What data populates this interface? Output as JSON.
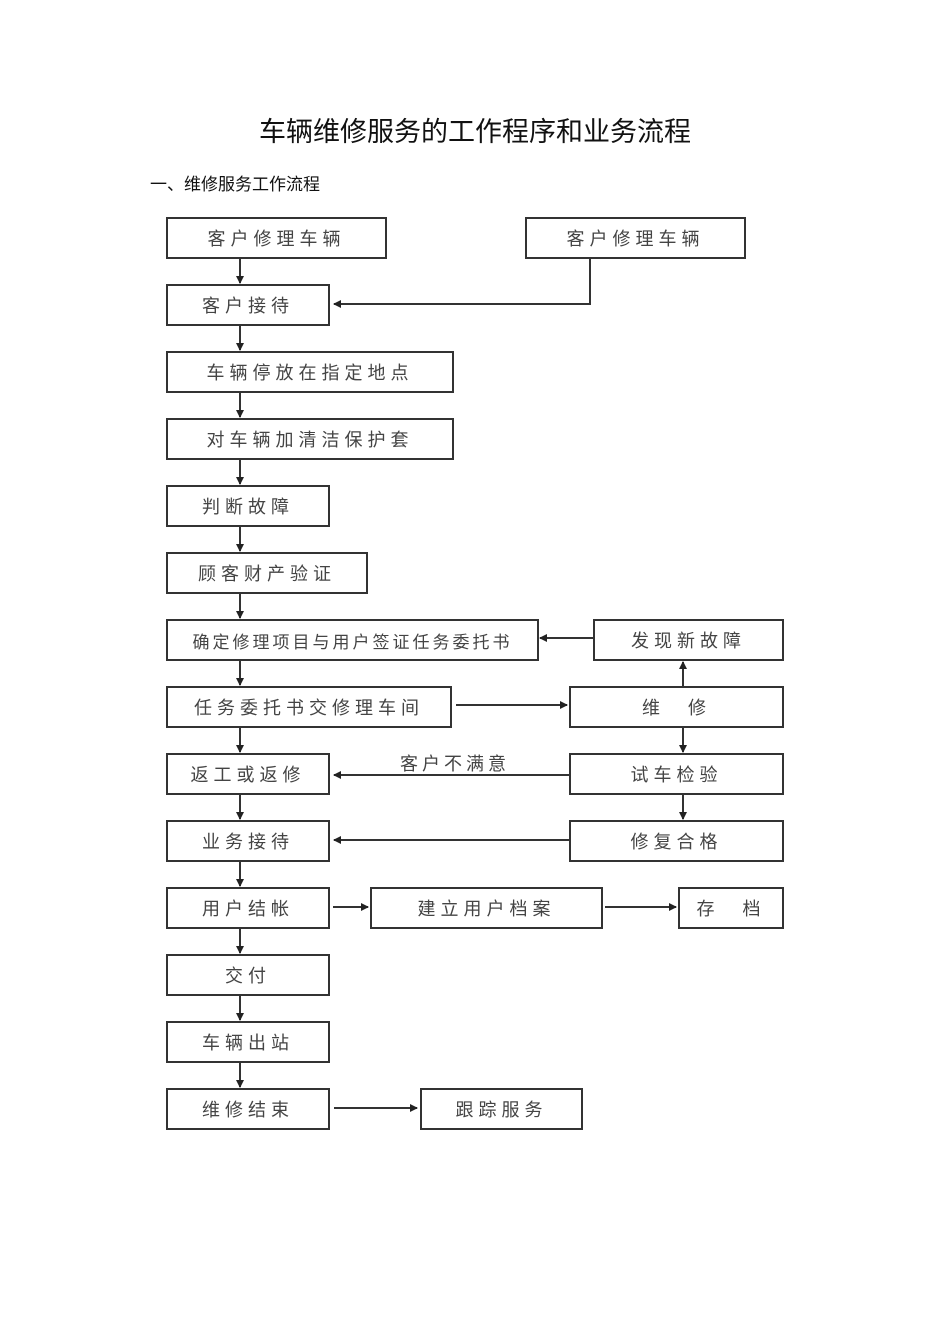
{
  "title": "车辆维修服务的工作程序和业务流程",
  "section_heading": "一、维修服务工作流程",
  "flowchart": {
    "nodes": {
      "customer_repair_left": "客户修理车辆",
      "customer_repair_right": "客户修理车辆",
      "customer_reception": "客户接待",
      "park_vehicle": "车辆停放在指定地点",
      "protective_cover": "对车辆加清洁保护套",
      "diagnose_fault": "判断故障",
      "property_check": "顾客财产验证",
      "confirm_items": "确定修理项目与用户签证任务委托书",
      "new_fault": "发现新故障",
      "hand_to_workshop": "任务委托书交修理车间",
      "repair": "维　修",
      "rework": "返工或返修",
      "test_drive": "试车检验",
      "business_reception": "业务接待",
      "repair_passed": "修复合格",
      "checkout": "用户结帐",
      "create_file": "建立用户档案",
      "archive": "存　档",
      "delivery": "交付",
      "vehicle_exit": "车辆出站",
      "repair_end": "维修结束",
      "follow_up": "跟踪服务"
    },
    "edge_labels": {
      "dissatisfied": "客户不满意"
    }
  }
}
